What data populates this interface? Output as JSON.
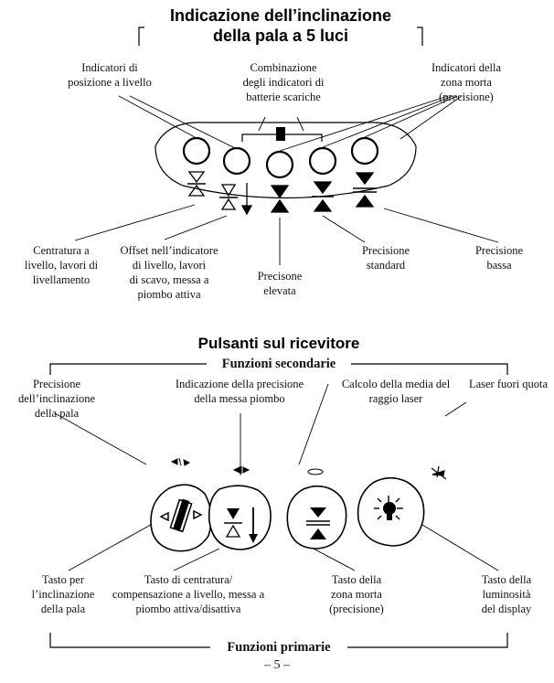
{
  "title": {
    "line1": "Indicazione dell’inclinazione",
    "line2": "della pala a 5 luci"
  },
  "top_labels": {
    "level_indicators": [
      "Indicatori di",
      "posizione a livello"
    ],
    "low_battery": [
      "Combinazione",
      "degli indicatori di",
      "batterie scariche"
    ],
    "deadband_indicators": [
      "Indicatori della",
      "zona morta",
      "(precisione)"
    ]
  },
  "bottom_labels": {
    "on_grade": [
      "Centratura a",
      "livello, lavori di",
      "livellamento"
    ],
    "offset": [
      "Offset nell’indicatore",
      "di livello, lavori",
      "di scavo, messa a",
      "piombo attiva"
    ],
    "fine": [
      "Precisone",
      "elevata"
    ],
    "standard": [
      "Precisione",
      "standard"
    ],
    "coarse": [
      "Precisione",
      "bassa"
    ]
  },
  "section2_title": "Pulsanti sul ricevitore",
  "secondary_functions": "Funzioni secondarie",
  "primary_functions": "Funzioni primarie",
  "secondary_labels": {
    "blade_slope_precision": [
      "Precisione",
      "dell’inclinazione",
      "della pala"
    ],
    "plumb_precision": [
      "Indicazione della precisione",
      "della messa piombo"
    ],
    "beam_averaging": [
      "Calcolo della media del",
      "raggio laser"
    ],
    "out_of_beam": [
      "Laser fuori quota"
    ]
  },
  "primary_labels": {
    "blade_slope_key": [
      "Tasto per",
      "l’inclinazione",
      "della pala"
    ],
    "centering_key": [
      "Tasto di centratura/",
      "compensazione a livello, messa a",
      "piombo attiva/disattiva"
    ],
    "deadband_key": [
      "Tasto della",
      "zona morta",
      "(precisione)"
    ],
    "brightness_key": [
      "Tasto della",
      "luminosità",
      "del display"
    ]
  },
  "page_number": "– 5 –"
}
